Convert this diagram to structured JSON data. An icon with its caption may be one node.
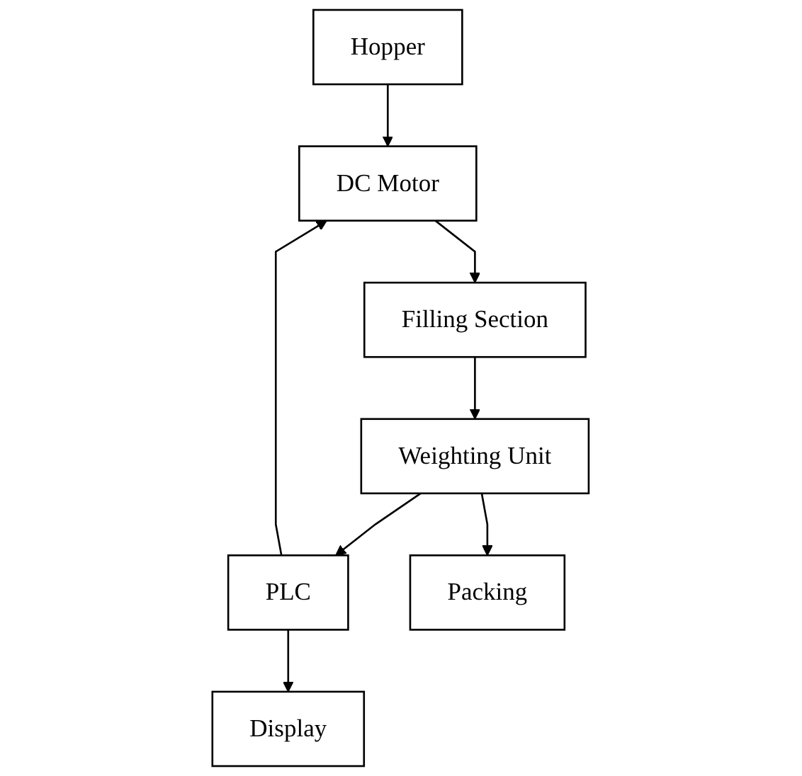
{
  "diagram": {
    "nodes": [
      {
        "text": [
          "Hopper"
        ]
      },
      {
        "text": [
          "DC Motor"
        ]
      },
      {
        "text": [
          "Filling Section"
        ]
      },
      {
        "text": [
          "Weighting Unit"
        ]
      },
      {
        "text": [
          "PLC"
        ]
      },
      {
        "text": [
          "Packing"
        ]
      },
      {
        "text": [
          "Display"
        ]
      }
    ],
    "edges": [
      {
        "from": 0,
        "to": 1,
        "arrow": "to"
      },
      {
        "from": 1,
        "to": 2,
        "arrow": "to"
      },
      {
        "from": 2,
        "to": 3,
        "arrow": "to"
      },
      {
        "from": 3,
        "to": 4,
        "arrow": "to"
      },
      {
        "from": 4,
        "to": 1,
        "arrow": "to"
      },
      {
        "from": 4,
        "to": 6,
        "arrow": "to"
      },
      {
        "from": 3,
        "to": 5,
        "arrow": "to"
      }
    ]
  }
}
